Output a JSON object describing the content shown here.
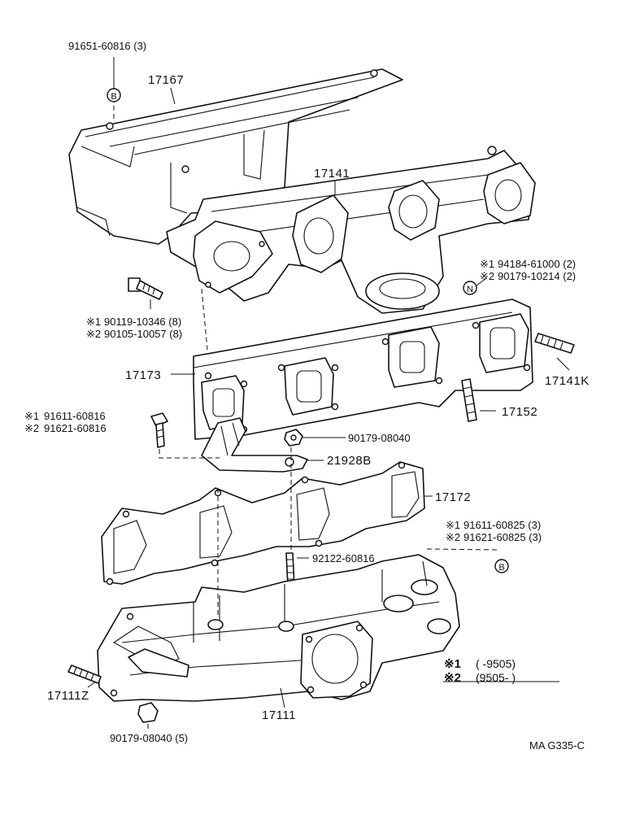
{
  "labels": {
    "p91651": "91651-60816 (3)",
    "p17167": "17167",
    "p17141": "17141",
    "p94184": "94184-61000 (2)",
    "p90179_10214": "90179-10214 (2)",
    "p90119": "90119-10346 (8)",
    "p90105": "90105-10057 (8)",
    "p17173": "17173",
    "p17141K": "17141K",
    "p91611_60816": "91611-60816",
    "p91621_60816": "91621-60816",
    "p90179_08040_top": "90179-08040",
    "p17152": "17152",
    "p21928B": "21928B",
    "p17172": "17172",
    "p91611_60825": "91611-60825 (3)",
    "p91621_60825": "91621-60825 (3)",
    "p92122": "92122-60816",
    "p17111Z": "17111Z",
    "p17111": "17111",
    "p90179_08040_bottom": "90179-08040 (5)",
    "code": "MA G335-C"
  },
  "marks": {
    "star1": "※1",
    "star2": "※2",
    "circle_b": "B",
    "circle_n": "N"
  },
  "notes": {
    "n1_mark": "※1",
    "n1_text": "(     -9505)",
    "n2_mark": "※2",
    "n2_text": "(9505-     )"
  }
}
